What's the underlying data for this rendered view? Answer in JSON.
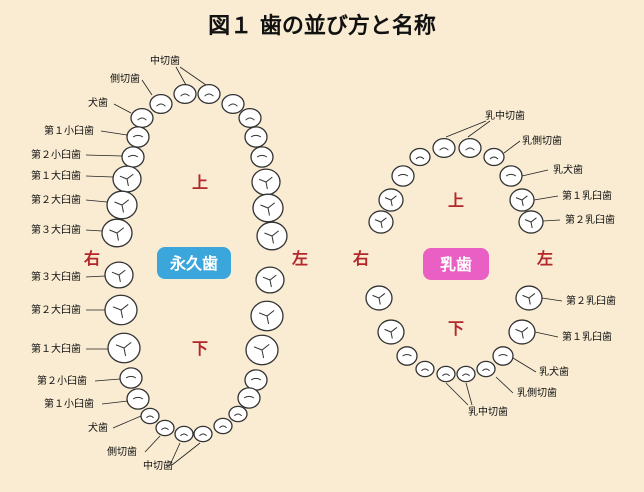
{
  "title": "図１ 歯の並び方と名称",
  "permanent": {
    "badge": "永久歯",
    "upper": "上",
    "lower": "下",
    "right": "右",
    "left": "左",
    "upper_labels": [
      "中切歯",
      "側切歯",
      "犬歯",
      "第１小臼歯",
      "第２小臼歯",
      "第１大臼歯",
      "第２大臼歯",
      "第３大臼歯"
    ],
    "lower_labels": [
      "第３大臼歯",
      "第２大臼歯",
      "第１大臼歯",
      "第２小臼歯",
      "第１小臼歯",
      "犬歯",
      "側切歯",
      "中切歯"
    ]
  },
  "primary": {
    "badge": "乳歯",
    "upper": "上",
    "lower": "下",
    "right": "右",
    "left": "左",
    "upper_labels": [
      "乳中切歯",
      "乳側切歯",
      "乳犬歯",
      "第１乳臼歯",
      "第２乳臼歯"
    ],
    "lower_labels": [
      "第２乳臼歯",
      "第１乳臼歯",
      "乳犬歯",
      "乳側切歯",
      "乳中切歯"
    ]
  },
  "colors": {
    "background": "#f9ecd2",
    "permanent_badge": "#3aa6dc",
    "primary_badge": "#ea5fc3",
    "direction_text": "#b3262a"
  }
}
